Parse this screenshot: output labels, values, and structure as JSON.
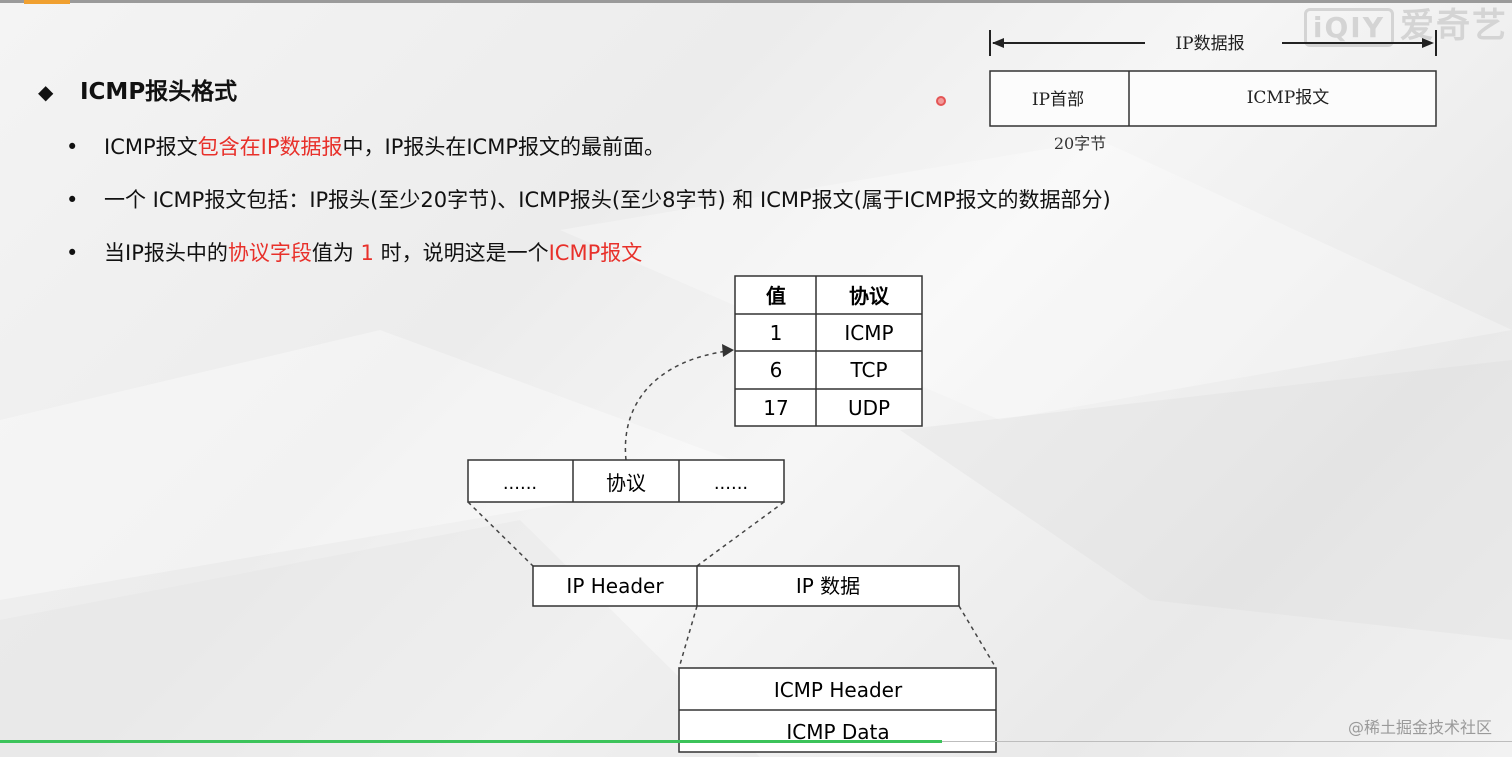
{
  "watermark": {
    "logo": "iQIY",
    "text": "爱奇艺",
    "bottom": "@稀土掘金技术社区"
  },
  "heading": {
    "marker": "◆",
    "text": "ICMP报头格式"
  },
  "bullets": [
    {
      "marker": "•",
      "parts": [
        {
          "text": "ICMP报文",
          "red": false
        },
        {
          "text": "包含在IP数据报",
          "red": true
        },
        {
          "text": "中，IP报头在ICMP报文的最前面。",
          "red": false
        }
      ]
    },
    {
      "marker": "•",
      "parts": [
        {
          "text": "一个 ICMP报文包括：IP报头(至少20字节)、ICMP报头(至少8字节) 和 ICMP报文(属于ICMP报文的数据部分)",
          "red": false
        }
      ]
    },
    {
      "marker": "•",
      "parts": [
        {
          "text": "当IP报头中的",
          "red": false
        },
        {
          "text": "协议字段",
          "red": true
        },
        {
          "text": "值为 ",
          "red": false
        },
        {
          "text": "1",
          "red": true
        },
        {
          "text": " 时，说明这是一个",
          "red": false
        },
        {
          "text": "ICMP报文",
          "red": true
        }
      ]
    }
  ],
  "datagram_diagram": {
    "span_label": "IP数据报",
    "left_cell": "IP首部",
    "right_cell": "ICMP报文",
    "size_label": "20字节"
  },
  "protocol_table": {
    "headers": [
      "值",
      "协议"
    ],
    "rows": [
      [
        "1",
        "ICMP"
      ],
      [
        "6",
        "TCP"
      ],
      [
        "17",
        "UDP"
      ]
    ]
  },
  "header_fields": [
    "......",
    "协议",
    "......"
  ],
  "ip_packet": [
    "IP Header",
    "IP 数据"
  ],
  "icmp_packet": [
    "ICMP Header",
    "ICMP Data"
  ]
}
